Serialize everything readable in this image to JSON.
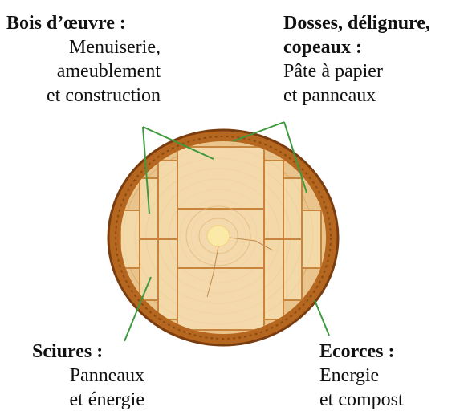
{
  "labels": {
    "bois": {
      "title": "Bois d’œuvre :",
      "lines": [
        "Menuiserie,",
        "ameublement",
        "et construction"
      ]
    },
    "dosses": {
      "title_lines": [
        "Dosses, délignure,",
        "copeaux :"
      ],
      "lines": [
        "Pâte à papier",
        "et panneaux"
      ]
    },
    "sciures": {
      "title": "Sciures :",
      "lines": [
        "Panneaux",
        "et énergie"
      ]
    },
    "ecorces": {
      "title": "Ecorces :",
      "lines": [
        "Energie",
        "et compost"
      ]
    }
  },
  "colors": {
    "bark": "#b5661f",
    "bark_dark": "#7a3d10",
    "sapwood": "#e9c58d",
    "plank": "#f6dfb3",
    "ring": "#e4b97a",
    "pith": "#fbe9a8",
    "leader": "#3f9a3f"
  }
}
